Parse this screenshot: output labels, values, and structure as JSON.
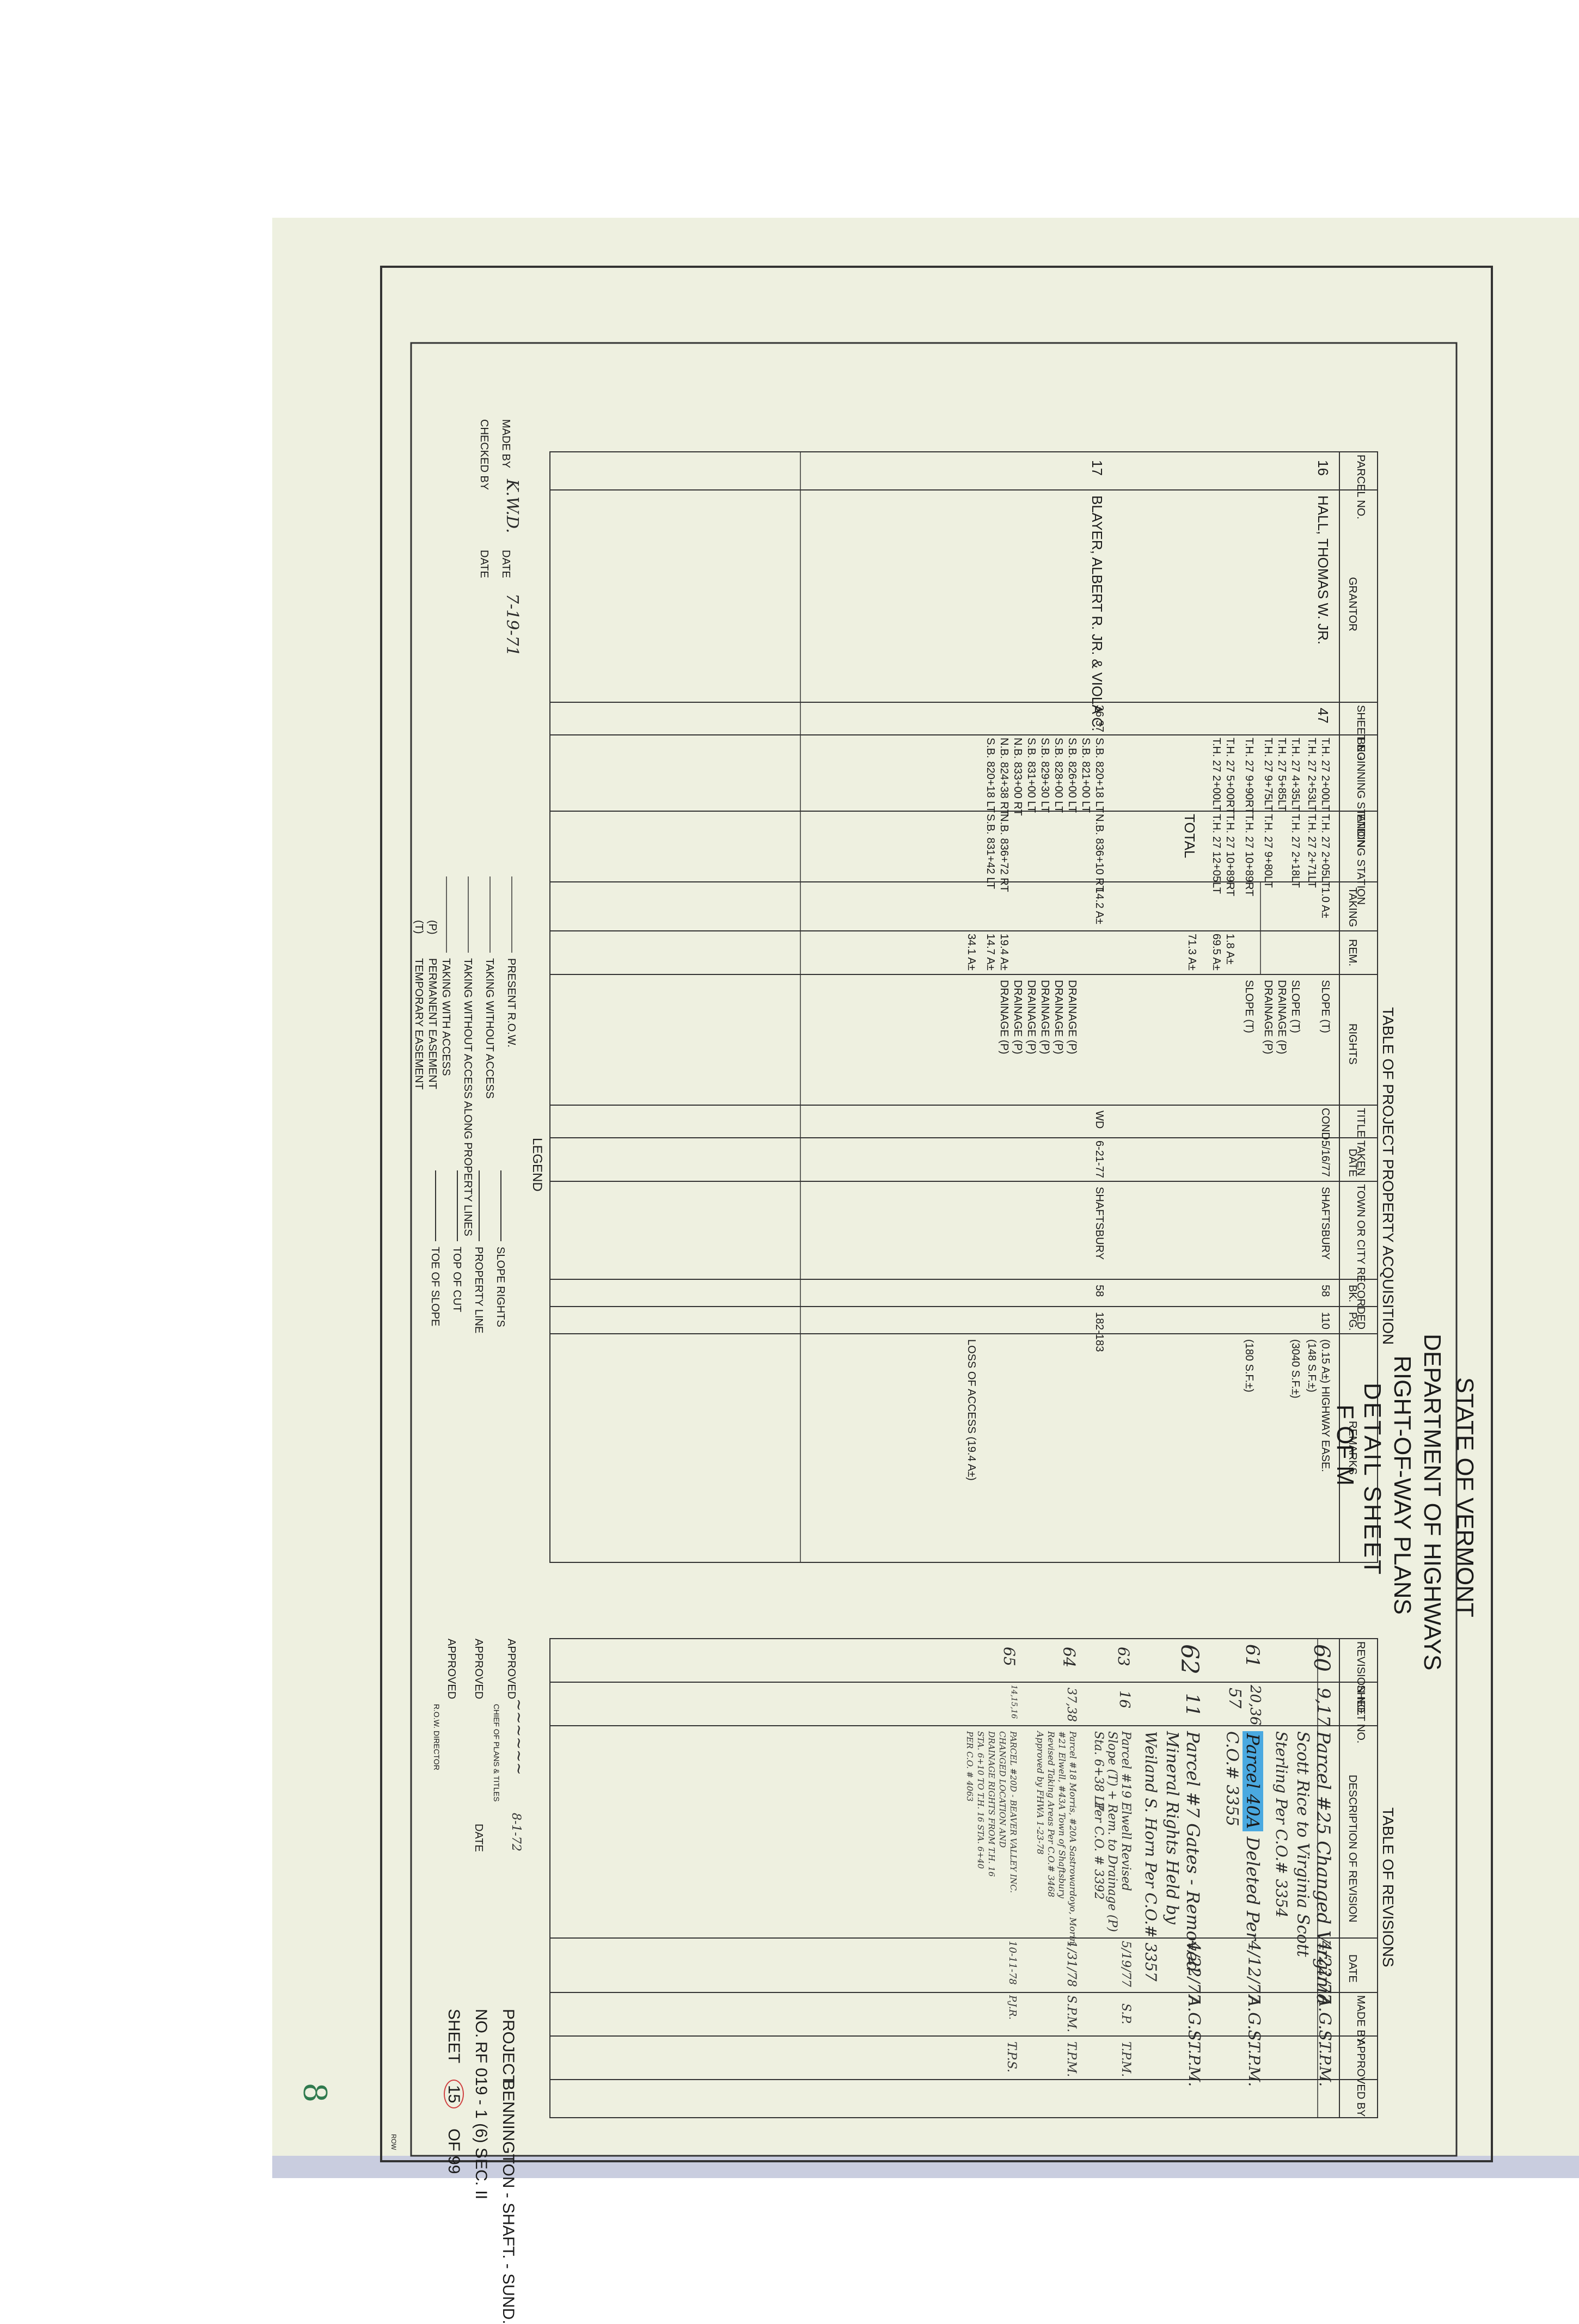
{
  "sheet_header": {
    "state": "STATE OF VERMONT",
    "department": "DEPARTMENT OF HIGHWAYS",
    "plans": "RIGHT-OF-WAY PLANS",
    "detail": "DETAIL SHEET",
    "f_of_m": "F OF M"
  },
  "acquisition_table": {
    "title": "TABLE OF PROJECT PROPERTY ACQUISITION",
    "headers": [
      "PARCEL NO.",
      "GRANTOR",
      "SHEET NO.",
      "BEGINNING STATION",
      "ENDING STATION",
      "TAKING",
      "REM.",
      "RIGHTS",
      "TITLE TAKEN",
      "DATE",
      "TOWN OR CITY RECORDED",
      "BK.",
      "PG.",
      "REMARKS"
    ],
    "parcel16": {
      "parcel": "16",
      "grantor": "HALL, THOMAS W. JR.",
      "sheet": "47",
      "begin": [
        "T.H. 27 2+00LT",
        "T.H. 27 2+53LT",
        "T.H. 27 4+35LT",
        "T.H. 27 5+85LT",
        "T.H. 27 9+75LT",
        "T.H. 27 9+90RT",
        "T.H. 27 5+00RT",
        "T.H. 27 2+00LT"
      ],
      "end": [
        "T.H. 27 2+05LT",
        "T.H. 27 2+71LT",
        "T.H. 27 2+18LT",
        "T.H. 27 9+80LT",
        "",
        "T.H. 27 10+89RT",
        "T.H. 27 10+89RT",
        "T.H. 27 12+05LT"
      ],
      "taking": "1.0 A±",
      "rem": [
        "1.8 A±",
        "69.5 A±"
      ],
      "total_label": "TOTAL",
      "total_rem": "71.3 A±",
      "rights": [
        "SLOPE (T)",
        "SLOPE (T)",
        "DRAINAGE (P)",
        "DRAINAGE (P)",
        "SLOPE (T)"
      ],
      "title_taken": "COND.",
      "date": "5/16/77",
      "town": "SHAFTSBURY",
      "bk": "58",
      "pg": "110",
      "remarks": [
        "(0.15 A±) HIGHWAY EASE.",
        "(148 S.F.±)",
        "(3040 S.F.±)",
        "(180 S.F.±)"
      ]
    },
    "parcel17": {
      "parcel": "17",
      "grantor": "BLAYER, ALBERT R. JR. & VIOLA C.",
      "sheet": "36,37",
      "begin": [
        "S.B. 820+18 LT",
        "S.B. 821+00 LT",
        "S.B. 826+00 LT",
        "S.B. 828+00 LT",
        "S.B. 829+30 LT",
        "S.B. 831+00 LT",
        "N.B. 833+00 RT",
        "N.B. 824+38 RT",
        "S.B. 820+18 LT"
      ],
      "end": [
        "N.B. 836+10 RT",
        "",
        "",
        "",
        "",
        "",
        "",
        "N.B. 836+72 RT",
        "S.B. 831+42 LT"
      ],
      "taking": "14.2 A±",
      "rem": [
        "19.4 A±",
        "14.7 A±",
        "34.1 A±"
      ],
      "rights": [
        "DRAINAGE (P)",
        "DRAINAGE (P)",
        "DRAINAGE (P)",
        "DRAINAGE (P)",
        "DRAINAGE (P)",
        "DRAINAGE (P)"
      ],
      "title_taken": "WD",
      "date": "6-21-77",
      "town": "SHAFTSBURY",
      "bk": "58",
      "pg": "182-183",
      "remarks": [
        "LOSS OF ACCESS (19.4 A±)"
      ]
    }
  },
  "revisions_table": {
    "title": "TABLE OF REVISIONS",
    "headers": [
      "REVISION NO.",
      "SHEET NO.",
      "DESCRIPTION OF REVISION",
      "DATE",
      "MADE BY",
      "APPROVED BY"
    ],
    "rows": [
      {
        "no": "60",
        "sheet": "9,17",
        "desc": [
          "Parcel #25 Changed Virginia",
          "Scott Rice to Virginia Scott",
          "Sterling Per C.O.# 3354"
        ],
        "date": "4/22/77",
        "made": "A.G.S.",
        "approved": "T.P.M."
      },
      {
        "no": "61",
        "sheet": "20,36",
        "sheet2": "57",
        "desc_hl": "Parcel 40A",
        "desc": [
          "Deleted Per",
          "C.O.# 3355"
        ],
        "date": "4/12/77",
        "made": "A.G.S.",
        "approved": "T.P.M."
      },
      {
        "no": "62",
        "sheet": "11",
        "desc": [
          "Parcel #7 Gates - Removed",
          "Mineral Rights Held by",
          "Weiland S. Horn Per C.O.# 3357"
        ],
        "date": "4/22/77",
        "made": "A.G.S.",
        "approved": "T.P.M."
      },
      {
        "no": "63",
        "sheet": "16",
        "desc": [
          "Parcel #19 Elwell Revised",
          "Slope (T) + Rem. to Drainage (P)",
          "Sta. 6+38 LT",
          "Per C.O. # 3392"
        ],
        "date": "5/19/77",
        "made": "S.P.",
        "approved": "T.P.M."
      },
      {
        "no": "64",
        "sheet": "37,38",
        "desc": [
          "Parcel #18 Morris, #20A Sastrowardoyo, Morin,",
          "#21 Elwell, #43A Town of Shaftsbury",
          "Revised Taking Areas Per C.O.# 3468",
          "Approved by FHWA 1-23-78"
        ],
        "date": "1/31/78",
        "made": "S.P.M.",
        "approved": "T.P.M."
      },
      {
        "no": "65",
        "sheet": "14,15,16",
        "desc": [
          "PARCEL #20D - BEAVER VALLEY INC.",
          "CHANGED LOCATION AND",
          "DRAINAGE RIGHTS FROM T.H. 16",
          "STA. 6+10 TO T.H. 16 STA. 6+40",
          "PER C.O. # 4063"
        ],
        "date": "10-11-78",
        "made": "P.J.R.",
        "approved": "T.P.S."
      }
    ]
  },
  "signatures": {
    "made_by_label": "MADE BY",
    "made_by": "K.W.D.",
    "date_label": "DATE",
    "made_date": "7-19-71",
    "checked_by_label": "CHECKED BY",
    "checked_date_label": "DATE",
    "approved_label": "APPROVED",
    "approved_date": "8-1-72",
    "chief_label": "CHIEF OF PLANS & TITLES",
    "approved2_label": "APPROVED",
    "approved3_label": "APPROVED",
    "row_director": "R.O.W. DIRECTOR",
    "date_label2": "DATE"
  },
  "legend": {
    "title": "LEGEND",
    "items_left": [
      "PRESENT R.O.W.",
      "TAKING WITHOUT ACCESS",
      "TAKING WITHOUT ACCESS ALONG PROPERTY LINES",
      "TAKING WITH ACCESS",
      "PERMANENT EASEMENT",
      "TEMPORARY EASEMENT"
    ],
    "codes_left": [
      "(P)",
      "(T)"
    ],
    "items_right": [
      "SLOPE RIGHTS",
      "PROPERTY LINE",
      "TOP OF CUT",
      "TOE OF SLOPE"
    ]
  },
  "project": {
    "label": "PROJECT",
    "name": "BENNINGTON - SHAFT. - SUND.",
    "no_label": "NO.",
    "no": "RF 019 - 1 (6) SEC. II",
    "sheet_label": "SHEET",
    "sheet": "15",
    "of_label": "OF",
    "total": "99"
  },
  "page_mark": "8",
  "corner_mark": "ROW"
}
